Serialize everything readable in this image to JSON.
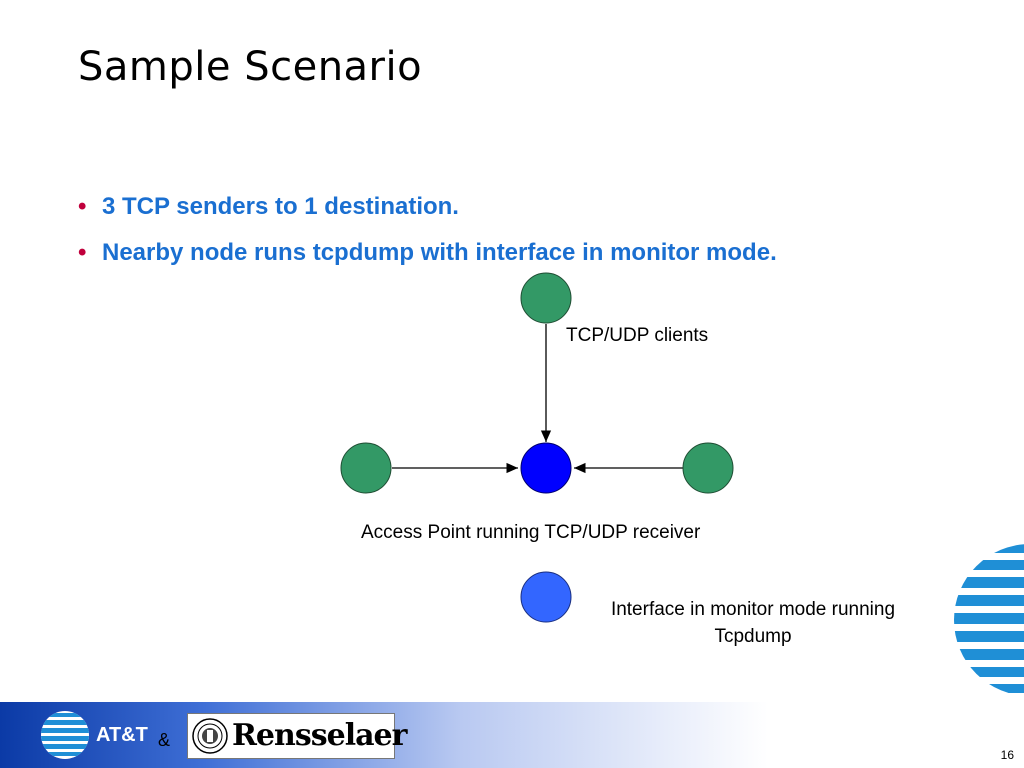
{
  "slide": {
    "title": "Sample Scenario",
    "bullets": [
      "3 TCP senders to 1 destination.",
      "Nearby node runs tcpdump with interface in monitor  mode."
    ],
    "page_number": "16"
  },
  "diagram": {
    "labels": {
      "clients": "TCP/UDP clients",
      "access_point": "Access Point running TCP/UDP receiver",
      "monitor_line1": "Interface in monitor mode running",
      "monitor_line2": "Tcpdump"
    },
    "colors": {
      "client_node": "#339966",
      "access_point_node": "#0000ff",
      "monitor_node": "#3366ff"
    }
  },
  "footer": {
    "att_label": "AT&T",
    "ampersand": "&",
    "rensselaer_label": "Rensselaer",
    "colors": {
      "gradient_start": "#0b3aa6",
      "gradient_end": "#ffffff"
    }
  }
}
